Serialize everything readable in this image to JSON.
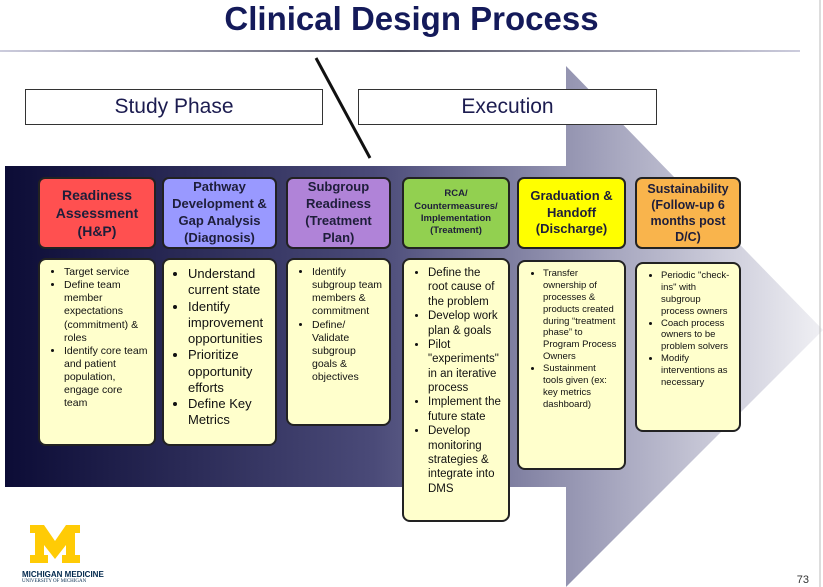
{
  "title": "Clinical Design Process",
  "phases": [
    "Study Phase",
    "Execution"
  ],
  "colors": {
    "title": "#141a5a",
    "arrow_start": "#0c0c36",
    "arrow_end": "#e6e6ec",
    "red": "#ff5050",
    "blue": "#9999ff",
    "purple": "#b083d8",
    "green": "#92d050",
    "yellow": "#ffff00",
    "orange": "#f9b44c",
    "body": "#ffffcc"
  },
  "steps": [
    {
      "title": "Readiness Assessment (H&P)",
      "items": [
        "Target service",
        "Define team member expectations (commitment) & roles",
        "Identify core team and patient population, engage core team"
      ]
    },
    {
      "title": "Pathway Development & Gap Analysis (Diagnosis)",
      "items": [
        "Understand current state",
        "Identify improvement opportunities",
        "Prioritize opportunity efforts",
        "Define Key Metrics"
      ]
    },
    {
      "title": "Subgroup Readiness (Treatment Plan)",
      "items": [
        "Identify subgroup team members & commitment",
        "Define/ Validate subgroup goals & objectives"
      ]
    },
    {
      "title": "RCA/ Countermeasures/ Implementation (Treatment)",
      "items": [
        "Define the root cause of the problem",
        "Develop work plan & goals",
        "Pilot \"experiments\" in an iterative process",
        "Implement the future state",
        "Develop monitoring strategies & integrate into DMS"
      ]
    },
    {
      "title": "Graduation & Handoff (Discharge)",
      "items": [
        "Transfer ownership of processes & products created during “treatment phase” to Program Process Owners",
        "Sustainment tools given (ex: key metrics dashboard)"
      ]
    },
    {
      "title": "Sustainability (Follow-up 6 months post D/C)",
      "items": [
        "Periodic \"check-ins\" with subgroup process owners",
        "Coach process owners to be problem solvers",
        "Modify interventions as necessary"
      ]
    }
  ],
  "logo": {
    "name": "MICHIGAN MEDICINE",
    "sub": "UNIVERSITY OF MICHIGAN"
  },
  "page_number": "73"
}
